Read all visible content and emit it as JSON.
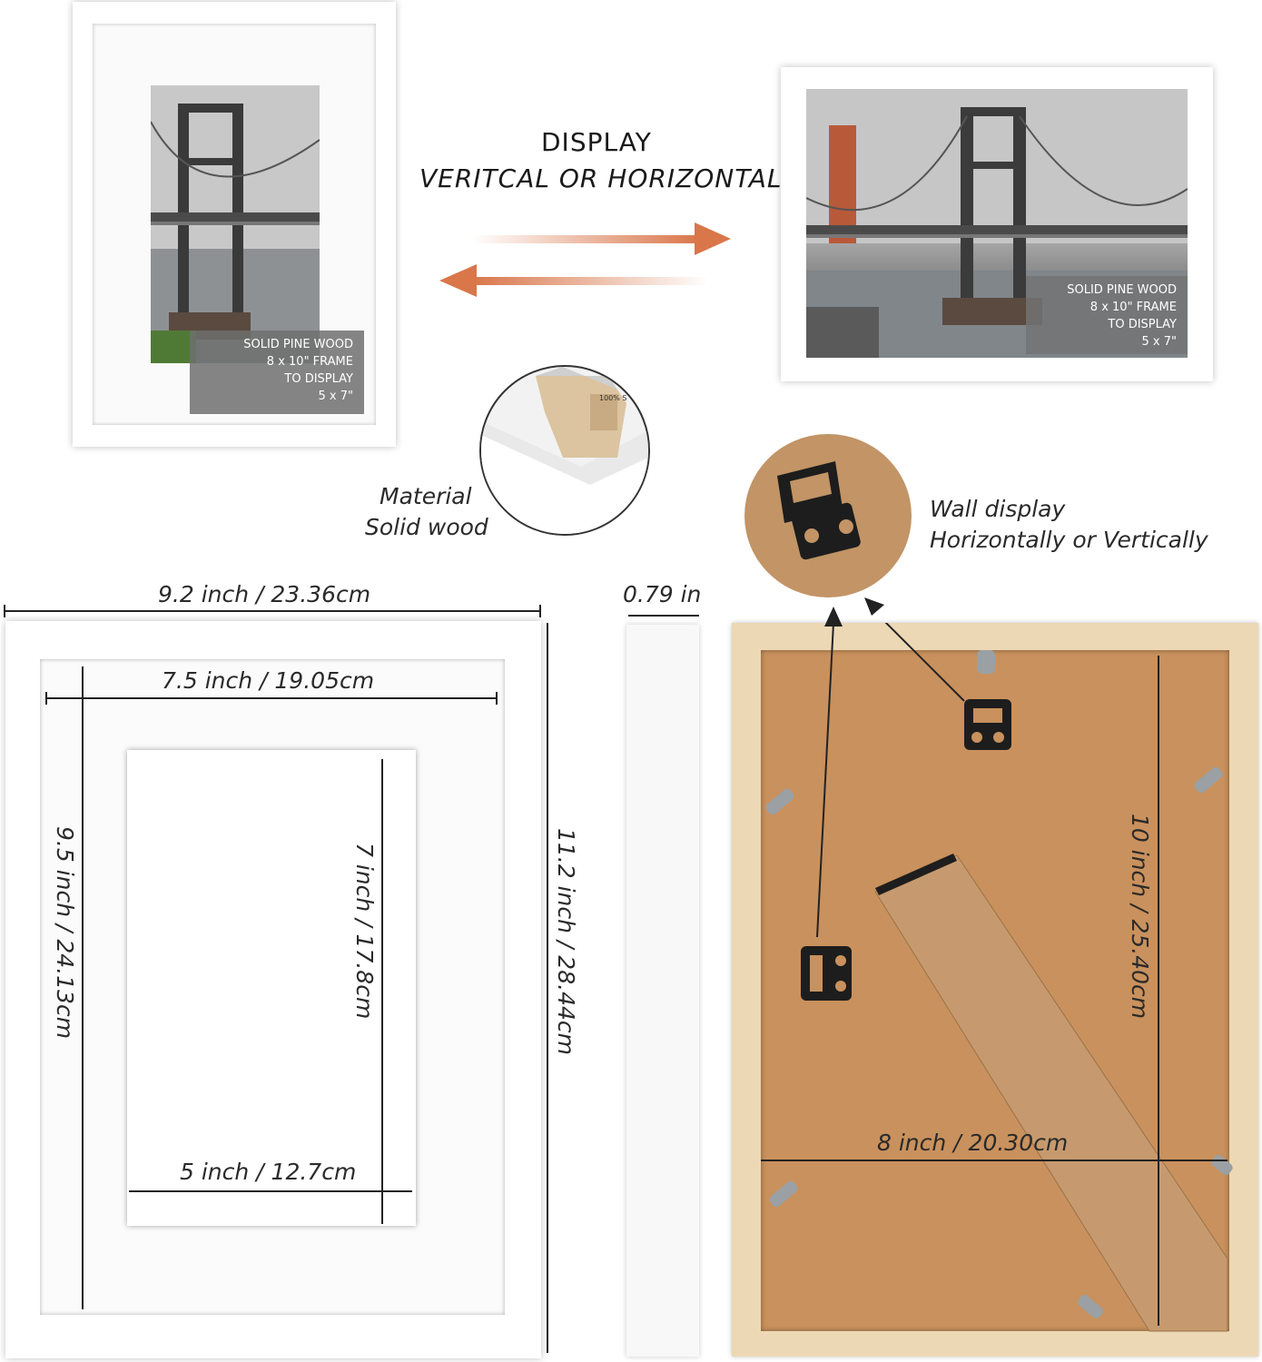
{
  "header": {
    "line1": "DISPLAY",
    "line2": "VERITCAL OR HORIZONTAL"
  },
  "vertical_frame": {
    "tag_lines": [
      "SOLID PINE WOOD",
      "8 x 10\" FRAME",
      "TO DISPLAY",
      "5 x 7\""
    ]
  },
  "horizontal_frame": {
    "tag_lines": [
      "SOLID PINE WOOD",
      "8 x 10\" FRAME",
      "TO DISPLAY",
      "5 x 7\""
    ]
  },
  "material": {
    "line1": "Material",
    "line2": "Solid wood",
    "tiny_text": "100% S"
  },
  "wall": {
    "line1": "Wall display",
    "line2": "Horizontally or Vertically"
  },
  "dimensions": {
    "outer_width": "9.2 inch / 23.36cm",
    "depth": "0.79 in",
    "mat_width": "7.5 inch / 19.05cm",
    "mat_height": "9.5 inch / 24.13cm",
    "outer_height": "11.2 inch / 28.44cm",
    "opening_height": "7 inch / 17.8cm",
    "opening_width": "5 inch / 12.7cm",
    "back_height": "10 inch / 25.40cm",
    "back_width": "8 inch / 20.30cm"
  },
  "colors": {
    "arrow": "#d9764a",
    "pine": "#ecd8b4",
    "backing": "#c9915d"
  }
}
